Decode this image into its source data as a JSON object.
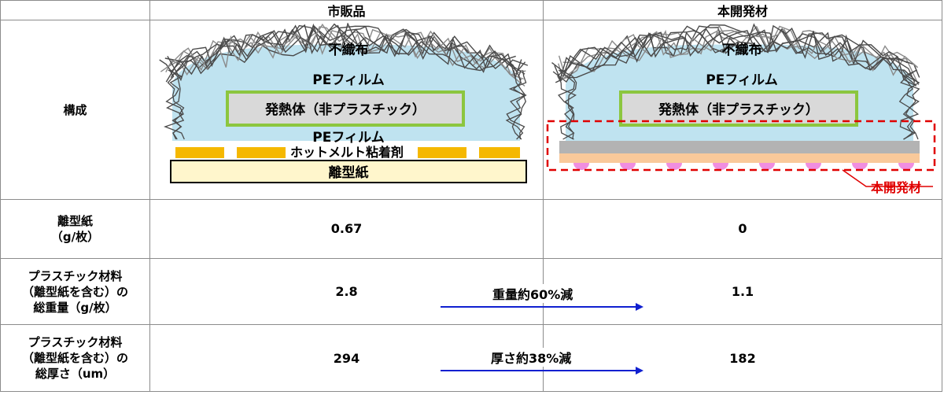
{
  "table": {
    "col_headers": [
      "",
      "市販品",
      "本開発材"
    ],
    "rows": [
      {
        "label_lines": [
          "構成"
        ]
      },
      {
        "label_lines": [
          "離型紙",
          "（g/枚）"
        ],
        "commercial": "0.67",
        "developed": "0"
      },
      {
        "label_lines": [
          "プラスチック材料",
          "（離型紙を含む）の",
          "総重量（g/枚）"
        ],
        "commercial": "2.8",
        "developed": "1.1",
        "reduction": "重量約60%減"
      },
      {
        "label_lines": [
          "プラスチック材料",
          "（離型紙を含む）の",
          "総厚さ（um）"
        ],
        "commercial": "294",
        "developed": "182",
        "reduction": "厚さ約38%減"
      }
    ]
  },
  "diagram_commercial": {
    "nonwoven": "不織布",
    "pe_film_top": "PEフィルム",
    "heater": "発熱体（非プラスチック）",
    "pe_film_bottom": "PEフィルム",
    "hotmelt": "ホットメルト粘着剤",
    "release_paper": "離型紙"
  },
  "diagram_developed": {
    "nonwoven": "不織布",
    "pe_film_top": "PEフィルム",
    "heater": "発熱体（非プラスチック）",
    "callout": "本開発材"
  },
  "colors": {
    "fiber": "#4a4a4a",
    "fiber_light": "#8a8a8a",
    "film": "#bfe3f0",
    "heater_fill": "#d9d9d9",
    "heater_border": "#8cc63f",
    "hotmelt": "#f5b800",
    "release_paper": "#fff6cc",
    "dev_film": "#b3b3b3",
    "dev_base": "#f9c99a",
    "dev_dots": "#f08ee0",
    "callout_red": "#e00000",
    "arrow_blue": "#1020d0"
  }
}
